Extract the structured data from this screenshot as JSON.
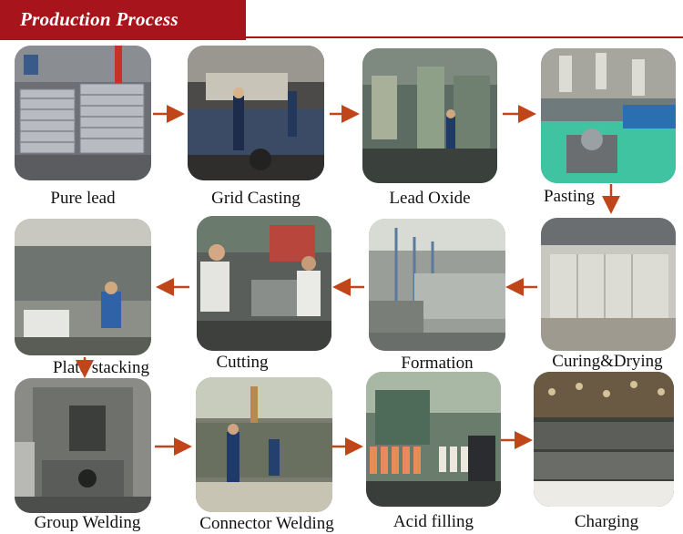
{
  "header": {
    "title": "Production Process",
    "accent": "#a8141c"
  },
  "arrow_color": "#c0461a",
  "steps": [
    {
      "label": "Pure lead",
      "icon": "lead-ingots-photo"
    },
    {
      "label": "Grid Casting",
      "icon": "grid-casting-photo"
    },
    {
      "label": "Lead Oxide",
      "icon": "lead-oxide-photo"
    },
    {
      "label": "Pasting",
      "icon": "pasting-photo"
    },
    {
      "label": "Curing&Drying",
      "icon": "curing-drying-photo"
    },
    {
      "label": "Formation",
      "icon": "formation-photo"
    },
    {
      "label": "Cutting",
      "icon": "cutting-photo"
    },
    {
      "label": "Plate stacking",
      "icon": "plate-stacking-photo"
    },
    {
      "label": "Group Welding",
      "icon": "group-welding-photo"
    },
    {
      "label": "Connector Welding",
      "icon": "connector-welding-photo"
    },
    {
      "label": "Acid filling",
      "icon": "acid-filling-photo"
    },
    {
      "label": "Charging",
      "icon": "charging-photo"
    }
  ]
}
